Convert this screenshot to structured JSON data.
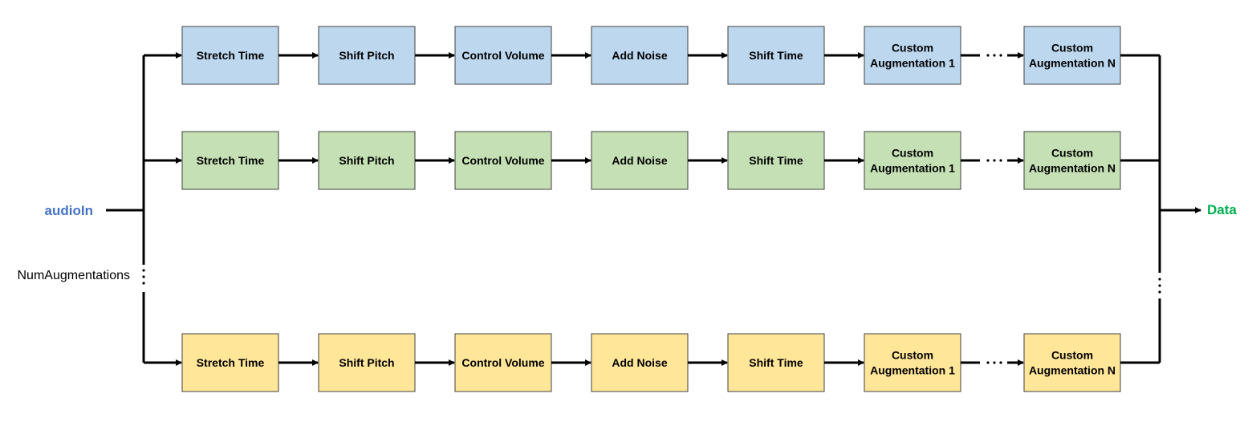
{
  "input_label": "audioIn",
  "param_label": "NumAugmentations",
  "output_label": "Data",
  "colors": {
    "input_text": "#4472C4",
    "output_text": "#00B050",
    "row_blue_fill": "#BDD7EE",
    "row_green_fill": "#C5E0B4",
    "row_yellow_fill": "#FFE699",
    "box_border": "#404040"
  },
  "stages": [
    [
      "Stretch Time"
    ],
    [
      "Shift Pitch"
    ],
    [
      "Control Volume"
    ],
    [
      "Add Noise"
    ],
    [
      "Shift Time"
    ],
    [
      "Custom",
      "Augmentation 1"
    ],
    [
      "Custom",
      "Augmentation N"
    ]
  ],
  "rows": [
    {
      "name": "blue",
      "fill_key": "row_blue_fill"
    },
    {
      "name": "green",
      "fill_key": "row_green_fill"
    },
    {
      "name": "yellow",
      "fill_key": "row_yellow_fill"
    }
  ]
}
